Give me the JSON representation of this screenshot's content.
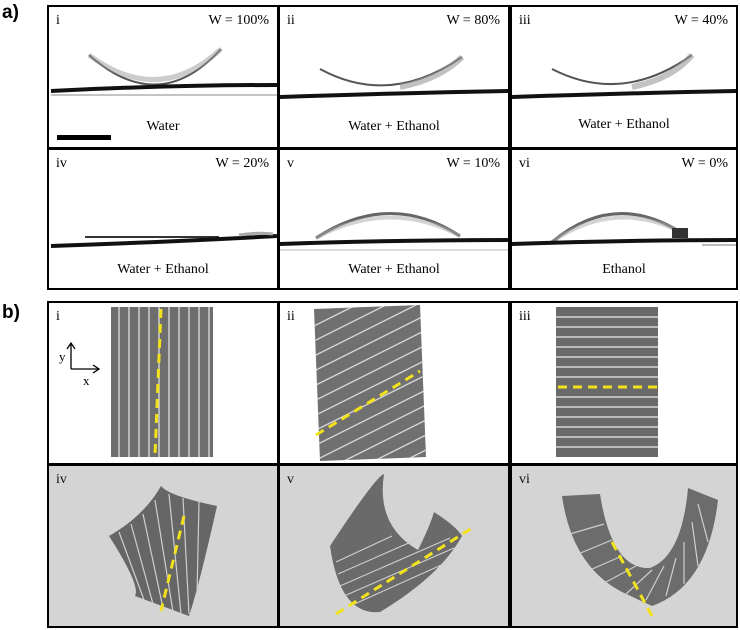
{
  "part_a": {
    "label": "a)",
    "panels": [
      {
        "roman": "i",
        "w": "W = 100%",
        "caption": "Water"
      },
      {
        "roman": "ii",
        "w": "W = 80%",
        "caption": "Water + Ethanol"
      },
      {
        "roman": "iii",
        "w": "W = 40%",
        "caption": "Water + Ethanol"
      },
      {
        "roman": "iv",
        "w": "W = 20%",
        "caption": "Water + Ethanol"
      },
      {
        "roman": "v",
        "w": "W = 10%",
        "caption": "Water + Ethanol"
      },
      {
        "roman": "vi",
        "w": "W = 0%",
        "caption": "Ethanol"
      }
    ]
  },
  "part_b": {
    "label": "b)",
    "panels": [
      {
        "roman": "i"
      },
      {
        "roman": "ii"
      },
      {
        "roman": "iii"
      },
      {
        "roman": "iv"
      },
      {
        "roman": "v"
      },
      {
        "roman": "vi"
      }
    ],
    "axis_labels": {
      "y": "y",
      "x": "x"
    }
  },
  "colors": {
    "dashed_line": "#f2e21a",
    "film": "#6b6b6b",
    "fiber": "#111111"
  }
}
